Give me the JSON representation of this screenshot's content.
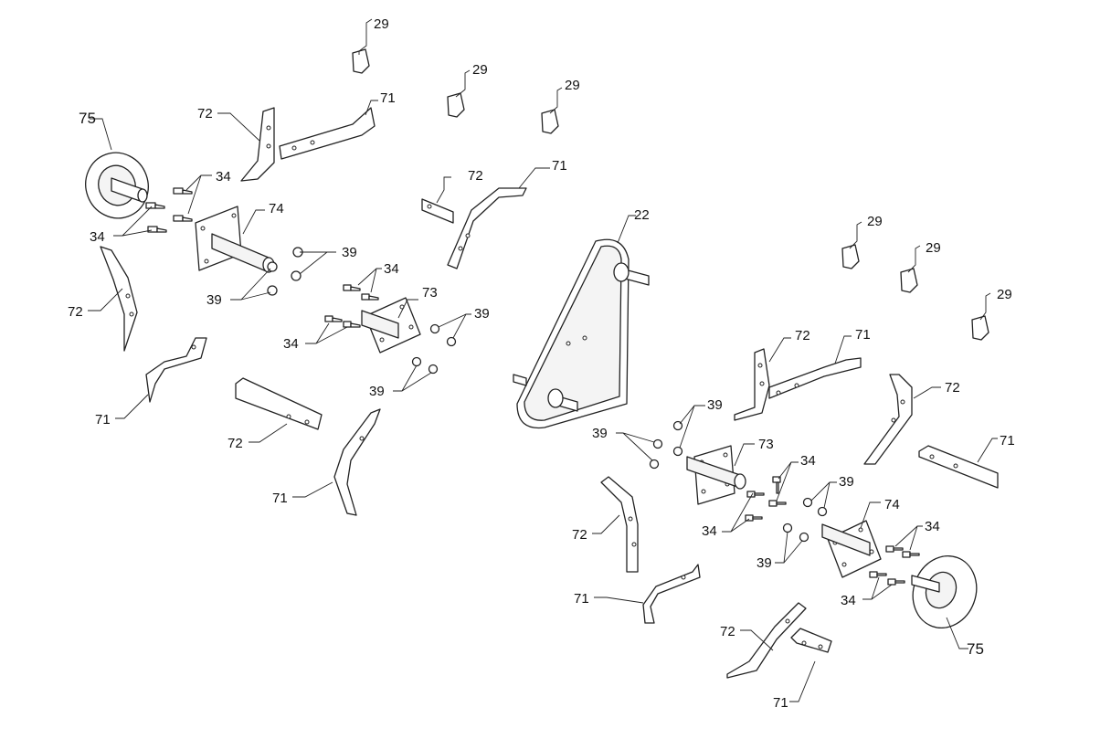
{
  "labels": {
    "l29a": "29",
    "l29b": "29",
    "l29c": "29",
    "l29d": "29",
    "l29e": "29",
    "l29f": "29",
    "l75a": "75",
    "l75b": "75",
    "l72a": "72",
    "l72b": "72",
    "l72c": "72",
    "l72d": "72",
    "l72e": "72",
    "l72f": "72",
    "l72g": "72",
    "l72h": "72",
    "l71a": "71",
    "l71b": "71",
    "l71c": "71",
    "l71d": "71",
    "l71e": "71",
    "l71f": "71",
    "l71g": "71",
    "l71h": "71",
    "l34a": "34",
    "l34b": "34",
    "l34c": "34",
    "l34d": "34",
    "l34e": "34",
    "l34f": "34",
    "l34g": "34",
    "l34h": "34",
    "l39a": "39",
    "l39b": "39",
    "l39c": "39",
    "l39d": "39",
    "l39e": "39",
    "l39f": "39",
    "l39g": "39",
    "l74a": "74",
    "l74b": "74",
    "l73a": "73",
    "l73b": "73",
    "l22": "22"
  }
}
